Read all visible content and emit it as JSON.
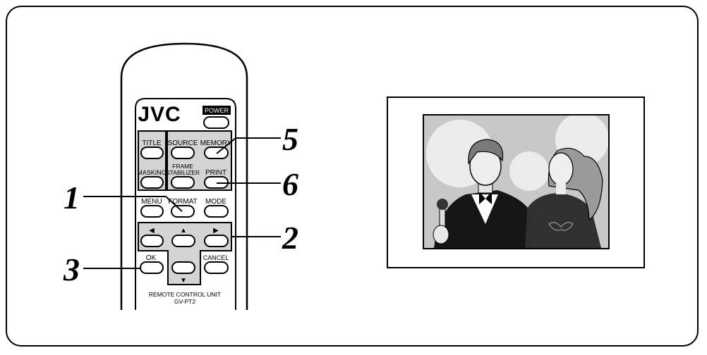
{
  "remote": {
    "brand": "JVC",
    "power_label": "POWER",
    "buttons": {
      "title": "TITLE",
      "source": "SOURCE",
      "memory": "MEMORY",
      "masking": "MASKING",
      "frame_stabilizer_line1": "FRAME",
      "frame_stabilizer_line2": "STABILIZER",
      "print": "PRINT",
      "menu": "MENU",
      "format": "FORMAT",
      "mode": "MODE",
      "ok": "OK",
      "cancel": "CANCEL"
    },
    "arrows": {
      "left": "◀",
      "up": "▲",
      "right": "▶",
      "down": "▼"
    },
    "unit_label_line1": "REMOTE CONTROL UNIT",
    "unit_label_line2": "GV-PT2"
  },
  "callouts": {
    "c1": "1",
    "c2": "2",
    "c3": "3",
    "c5": "5",
    "c6": "6"
  },
  "colors": {
    "outline": "#000000",
    "panel_gray": "#d4d4d4",
    "screen_bg": "#c8c8c8",
    "bubble": "#ececec"
  }
}
